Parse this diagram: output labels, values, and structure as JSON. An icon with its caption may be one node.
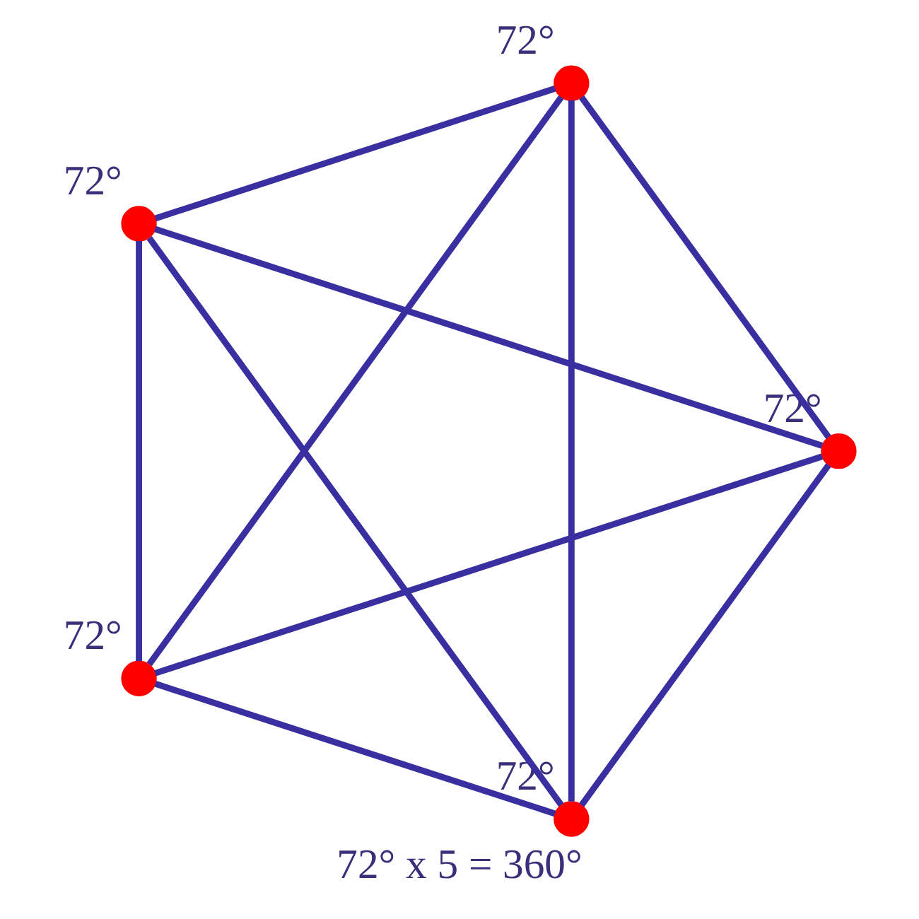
{
  "diagram": {
    "caption": "72° x 5 = 360°",
    "nodes": [
      {
        "text": [],
        "shape": "circle",
        "beside": [
          "72°"
        ]
      },
      {
        "text": [],
        "shape": "circle",
        "beside": [
          "72°"
        ]
      },
      {
        "text": [],
        "shape": "circle",
        "beside": [
          "72°"
        ]
      },
      {
        "text": [],
        "shape": "circle",
        "beside": [
          "72°"
        ]
      },
      {
        "text": [],
        "shape": "circle",
        "beside": [
          "72°"
        ]
      }
    ],
    "edges": [
      {
        "from": 0,
        "to": 1,
        "arrow": "none"
      },
      {
        "from": 0,
        "to": 2,
        "arrow": "none"
      },
      {
        "from": 0,
        "to": 3,
        "arrow": "none"
      },
      {
        "from": 0,
        "to": 4,
        "arrow": "none"
      },
      {
        "from": 1,
        "to": 2,
        "arrow": "none"
      },
      {
        "from": 1,
        "to": 3,
        "arrow": "none"
      },
      {
        "from": 1,
        "to": 4,
        "arrow": "none"
      },
      {
        "from": 2,
        "to": 3,
        "arrow": "none"
      },
      {
        "from": 2,
        "to": 4,
        "arrow": "none"
      },
      {
        "from": 3,
        "to": 4,
        "arrow": "none"
      }
    ]
  }
}
